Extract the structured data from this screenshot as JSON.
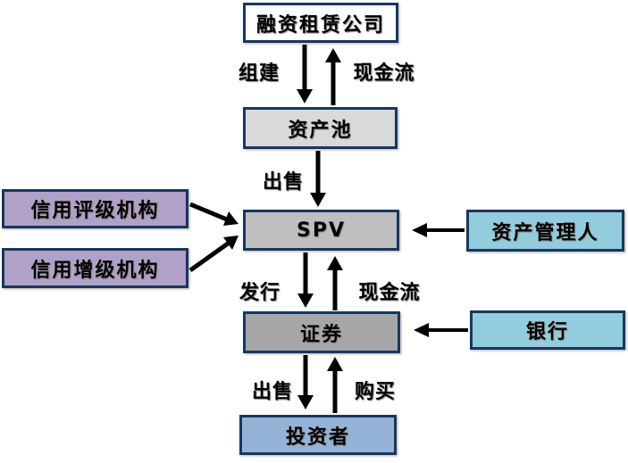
{
  "diagram": {
    "boxes": {
      "lessor": {
        "label": "融资租赁公司"
      },
      "asset_pool": {
        "label": "资产池"
      },
      "spv": {
        "label": "SPV"
      },
      "credit_rating": {
        "label": "信用评级机构"
      },
      "credit_enhancement": {
        "label": "信用增级机构"
      },
      "asset_manager": {
        "label": "资产管理人"
      },
      "securities": {
        "label": "证券"
      },
      "bank": {
        "label": "银行"
      },
      "investors": {
        "label": "投资者"
      }
    },
    "edge_labels": {
      "form": "组建",
      "cashflow_top": "现金流",
      "sell_pool": "出售",
      "issue": "发行",
      "cashflow_mid": "现金流",
      "sell_securities": "出售",
      "buy": "购买"
    },
    "colors": {
      "border": "#17375E",
      "lessor_fill": "#FFFFFF",
      "asset_pool_fill": "#D9D9D9",
      "spv_fill": "#BFBFBF",
      "securities_fill": "#A6A6A6",
      "credit_rating_fill": "#B1A0C7",
      "credit_enhancement_fill": "#B1A0C7",
      "asset_manager_fill": "#93CDDD",
      "bank_fill": "#93CDDD",
      "investors_fill": "#95B3D7",
      "arrow": "#000000"
    }
  }
}
